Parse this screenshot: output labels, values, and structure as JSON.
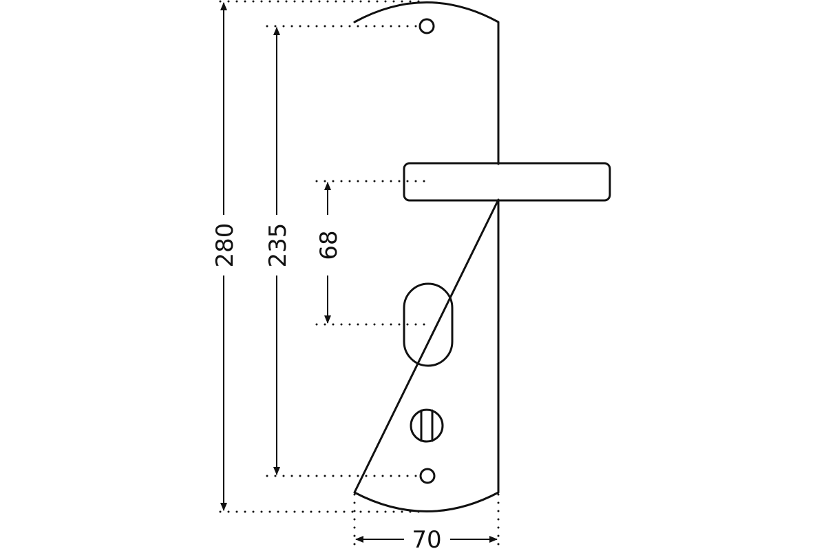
{
  "dimensions": {
    "overall_height": {
      "value": "280"
    },
    "mounting_hole_spacing": {
      "value": "235"
    },
    "handle_to_keyhole": {
      "value": "68"
    },
    "plate_width": {
      "value": "70"
    }
  },
  "colors": {
    "stroke": "#111111",
    "background": "#ffffff"
  }
}
